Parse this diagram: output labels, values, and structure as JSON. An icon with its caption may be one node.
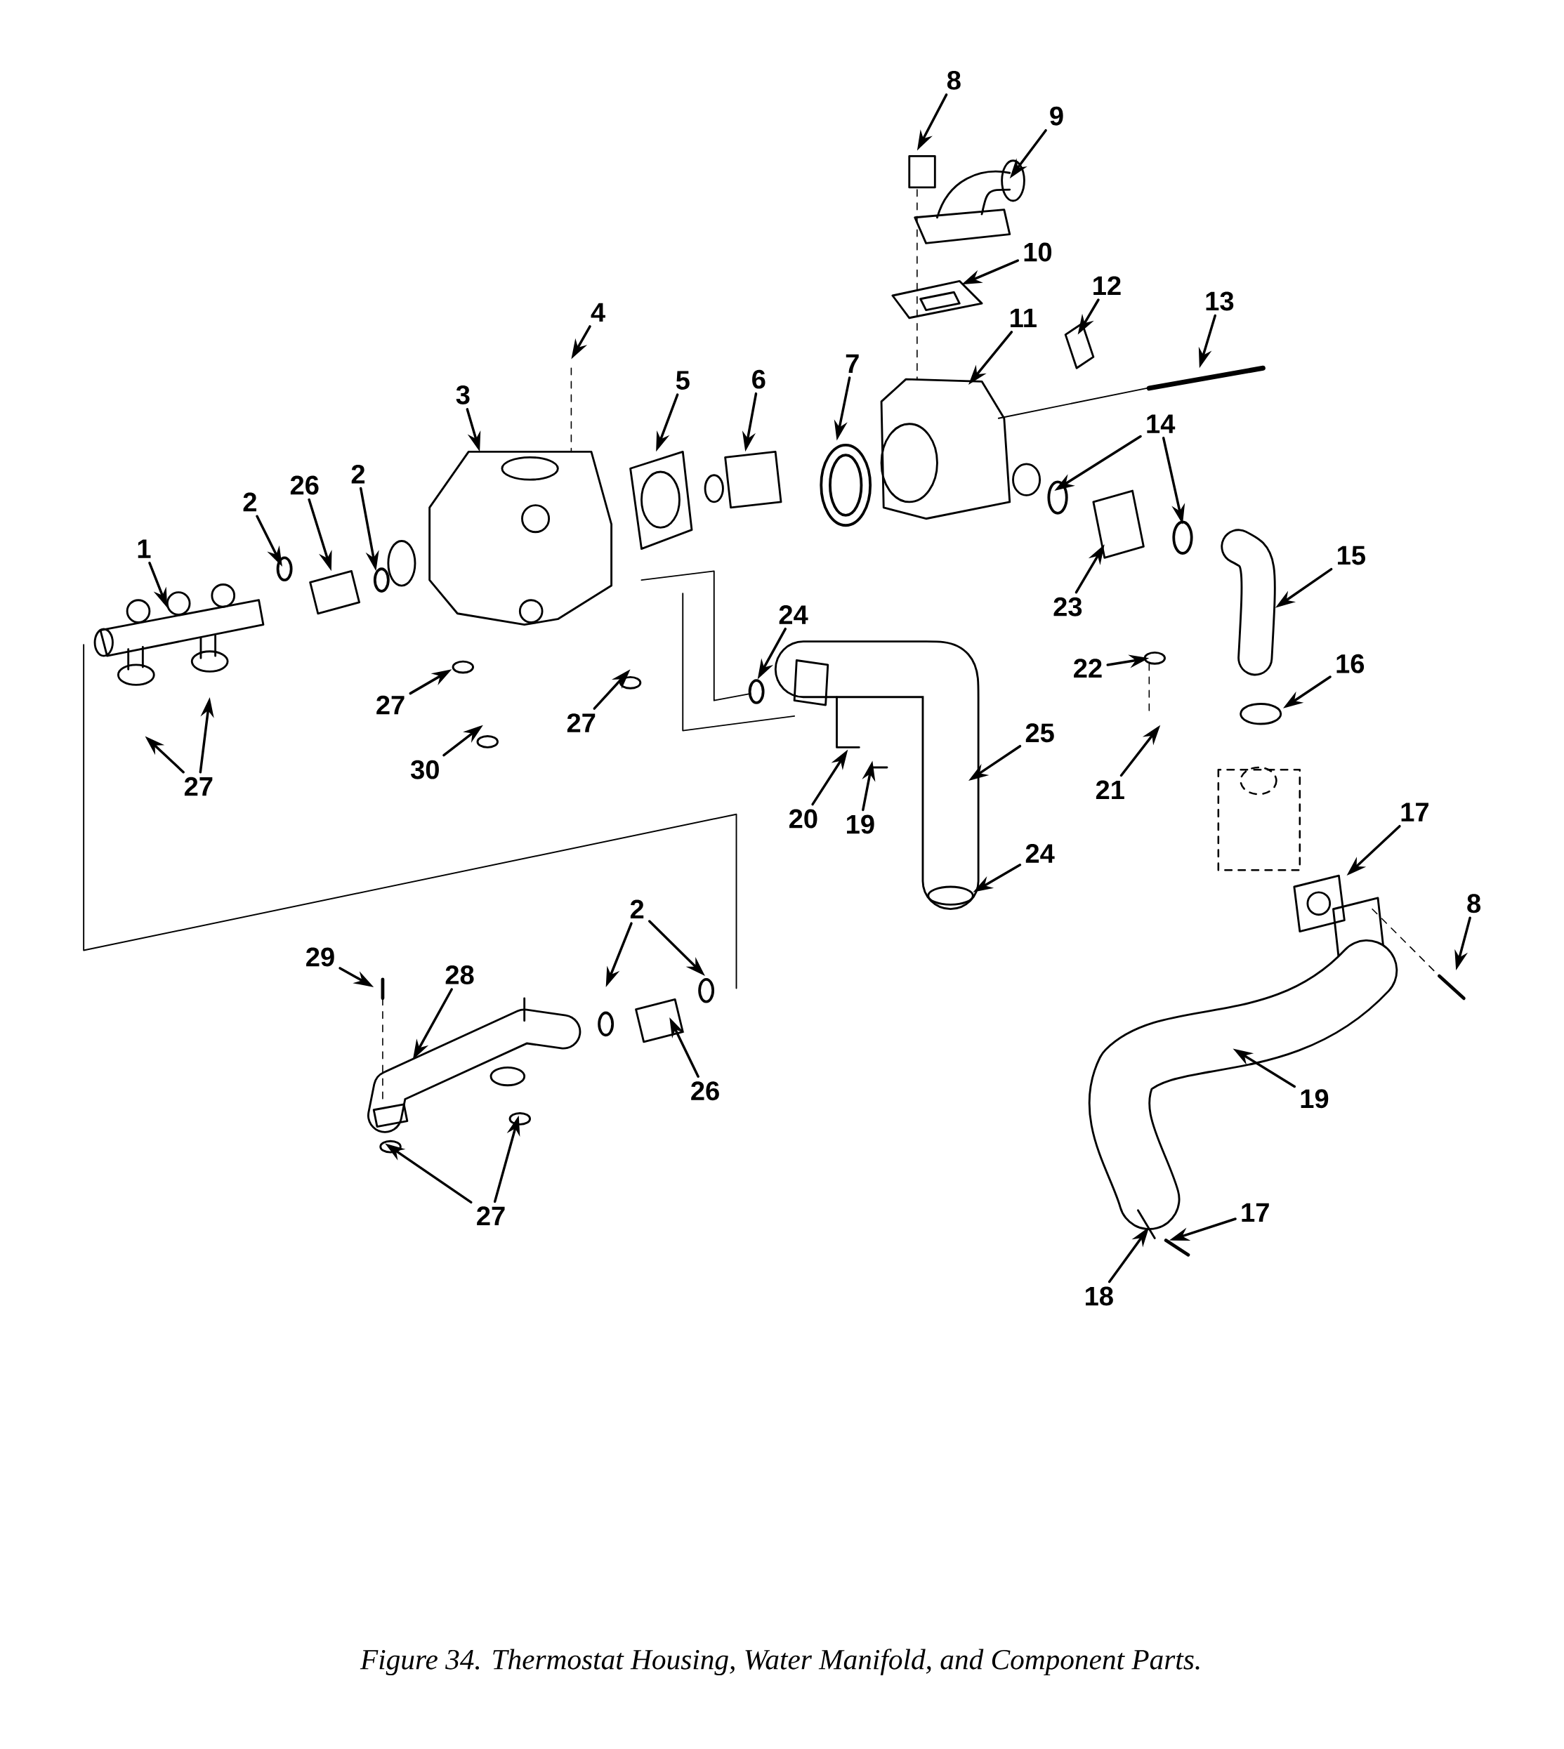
{
  "diagram": {
    "caption": "Figure 34. Thermostat Housing, Water Manifold, and Component Parts.",
    "nodes": [
      {
        "text": [
          "8"
        ]
      },
      {
        "text": [
          "9"
        ]
      },
      {
        "text": [
          "10"
        ]
      },
      {
        "text": [
          "11"
        ]
      },
      {
        "text": [
          "12"
        ]
      },
      {
        "text": [
          "13"
        ]
      },
      {
        "text": [
          "4"
        ]
      },
      {
        "text": [
          "3"
        ]
      },
      {
        "text": [
          "5"
        ]
      },
      {
        "text": [
          "6"
        ]
      },
      {
        "text": [
          "7"
        ]
      },
      {
        "text": [
          "14"
        ]
      },
      {
        "text": [
          "2"
        ]
      },
      {
        "text": [
          "26"
        ]
      },
      {
        "text": [
          "2"
        ]
      },
      {
        "text": [
          "1"
        ]
      },
      {
        "text": [
          "15"
        ]
      },
      {
        "text": [
          "23"
        ]
      },
      {
        "text": [
          "24"
        ]
      },
      {
        "text": [
          "22"
        ]
      },
      {
        "text": [
          "16"
        ]
      },
      {
        "text": [
          "27"
        ]
      },
      {
        "text": [
          "27"
        ]
      },
      {
        "text": [
          "25"
        ]
      },
      {
        "text": [
          "30"
        ]
      },
      {
        "text": [
          "21"
        ]
      },
      {
        "text": [
          "27"
        ]
      },
      {
        "text": [
          "20"
        ]
      },
      {
        "text": [
          "19"
        ]
      },
      {
        "text": [
          "17"
        ]
      },
      {
        "text": [
          "24"
        ]
      },
      {
        "text": [
          "8"
        ]
      },
      {
        "text": [
          "2"
        ]
      },
      {
        "text": [
          "29"
        ]
      },
      {
        "text": [
          "28"
        ]
      },
      {
        "text": [
          "19"
        ]
      },
      {
        "text": [
          "26"
        ]
      },
      {
        "text": [
          "27"
        ]
      },
      {
        "text": [
          "17"
        ]
      },
      {
        "text": [
          "18"
        ]
      }
    ],
    "edges": [
      {
        "from": 0,
        "to": null,
        "arrow": "to"
      },
      {
        "from": 1,
        "to": null,
        "arrow": "to"
      },
      {
        "from": 2,
        "to": null,
        "arrow": "to"
      },
      {
        "from": 3,
        "to": null,
        "arrow": "to"
      },
      {
        "from": 4,
        "to": null,
        "arrow": "to"
      },
      {
        "from": 5,
        "to": null,
        "arrow": "to"
      },
      {
        "from": 6,
        "to": null,
        "arrow": "to"
      },
      {
        "from": 7,
        "to": null,
        "arrow": "to"
      },
      {
        "from": 8,
        "to": null,
        "arrow": "to"
      },
      {
        "from": 9,
        "to": null,
        "arrow": "to"
      },
      {
        "from": 10,
        "to": null,
        "arrow": "to"
      },
      {
        "from": 11,
        "to": null,
        "arrow": "to"
      },
      {
        "from": 11,
        "to": null,
        "arrow": "to"
      },
      {
        "from": 12,
        "to": null,
        "arrow": "to"
      },
      {
        "from": 13,
        "to": null,
        "arrow": "to"
      },
      {
        "from": 14,
        "to": null,
        "arrow": "to"
      },
      {
        "from": 15,
        "to": null,
        "arrow": "to"
      },
      {
        "from": 16,
        "to": null,
        "arrow": "to"
      },
      {
        "from": 17,
        "to": null,
        "arrow": "to"
      },
      {
        "from": 18,
        "to": null,
        "arrow": "to"
      },
      {
        "from": 19,
        "to": null,
        "arrow": "to"
      },
      {
        "from": 20,
        "to": null,
        "arrow": "to"
      },
      {
        "from": 21,
        "to": null,
        "arrow": "to"
      },
      {
        "from": 22,
        "to": null,
        "arrow": "to"
      },
      {
        "from": 23,
        "to": null,
        "arrow": "to"
      },
      {
        "from": 24,
        "to": null,
        "arrow": "to"
      },
      {
        "from": 25,
        "to": null,
        "arrow": "to"
      },
      {
        "from": 26,
        "to": null,
        "arrow": "to"
      },
      {
        "from": 26,
        "to": null,
        "arrow": "to"
      },
      {
        "from": 27,
        "to": null,
        "arrow": "to"
      },
      {
        "from": 28,
        "to": null,
        "arrow": "to"
      },
      {
        "from": 29,
        "to": null,
        "arrow": "to"
      },
      {
        "from": 30,
        "to": null,
        "arrow": "to"
      },
      {
        "from": 31,
        "to": null,
        "arrow": "to"
      },
      {
        "from": 32,
        "to": null,
        "arrow": "to"
      },
      {
        "from": 32,
        "to": null,
        "arrow": "to"
      },
      {
        "from": 33,
        "to": null,
        "arrow": "to"
      },
      {
        "from": 34,
        "to": null,
        "arrow": "to"
      },
      {
        "from": 35,
        "to": null,
        "arrow": "to"
      },
      {
        "from": 36,
        "to": null,
        "arrow": "to"
      },
      {
        "from": 37,
        "to": null,
        "arrow": "to"
      },
      {
        "from": 37,
        "to": null,
        "arrow": "to"
      },
      {
        "from": 38,
        "to": null,
        "arrow": "to"
      },
      {
        "from": 39,
        "to": null,
        "arrow": "to"
      }
    ]
  }
}
